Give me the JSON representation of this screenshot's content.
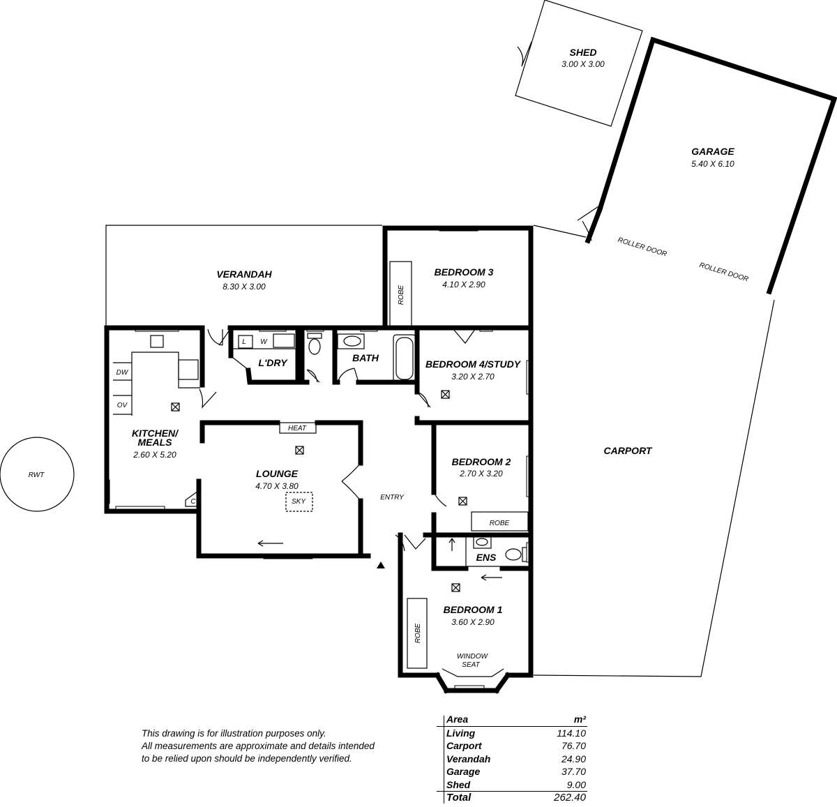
{
  "rooms": {
    "shed": {
      "name": "SHED",
      "dims": "3.00 X 3.00"
    },
    "garage": {
      "name": "GARAGE",
      "dims": "5.40 X 6.10"
    },
    "verandah": {
      "name": "VERANDAH",
      "dims": "8.30 X 3.00"
    },
    "bedroom3": {
      "name": "BEDROOM 3",
      "dims": "4.10 X 2.90"
    },
    "bedroom4": {
      "name": "BEDROOM 4/STUDY",
      "dims": "3.20 X 2.70"
    },
    "bedroom2": {
      "name": "BEDROOM 2",
      "dims": "2.70 X 3.20"
    },
    "bedroom1": {
      "name": "BEDROOM 1",
      "dims": "3.60 X 2.90"
    },
    "kitchen": {
      "name_line1": "KITCHEN/",
      "name_line2": "MEALS",
      "dims": "2.60 X 5.20"
    },
    "lounge": {
      "name": "LOUNGE",
      "dims": "4.70 X 3.80"
    },
    "laundry": {
      "name": "L'DRY"
    },
    "bath": {
      "name": "BATH"
    },
    "ensuite": {
      "name": "ENS"
    },
    "carport": {
      "name": "CARPORT"
    },
    "entry": {
      "name": "ENTRY"
    }
  },
  "fixtures": {
    "roller_door": "ROLLER DOOR",
    "robe": "ROBE",
    "heat": "HEAT",
    "sky": "SKY",
    "dw": "DW",
    "ov": "OV",
    "c": "C",
    "l": "L",
    "w": "W",
    "window_seat_line1": "WINDOW",
    "window_seat_line2": "SEAT",
    "rwt": "RWT"
  },
  "disclaimer": {
    "line1": "This drawing is for illustration purposes only.",
    "line2": "All measurements are approximate and details intended",
    "line3": "to be relied upon should be independently verified."
  },
  "area_table": {
    "header_label": "Area",
    "header_unit": "m²",
    "rows": [
      {
        "label": "Living",
        "value": "114.10"
      },
      {
        "label": "Carport",
        "value": "76.70"
      },
      {
        "label": "Verandah",
        "value": "24.90"
      },
      {
        "label": "Garage",
        "value": "37.70"
      },
      {
        "label": "Shed",
        "value": "9.00"
      }
    ],
    "total_label": "Total",
    "total_value": "262.40"
  }
}
